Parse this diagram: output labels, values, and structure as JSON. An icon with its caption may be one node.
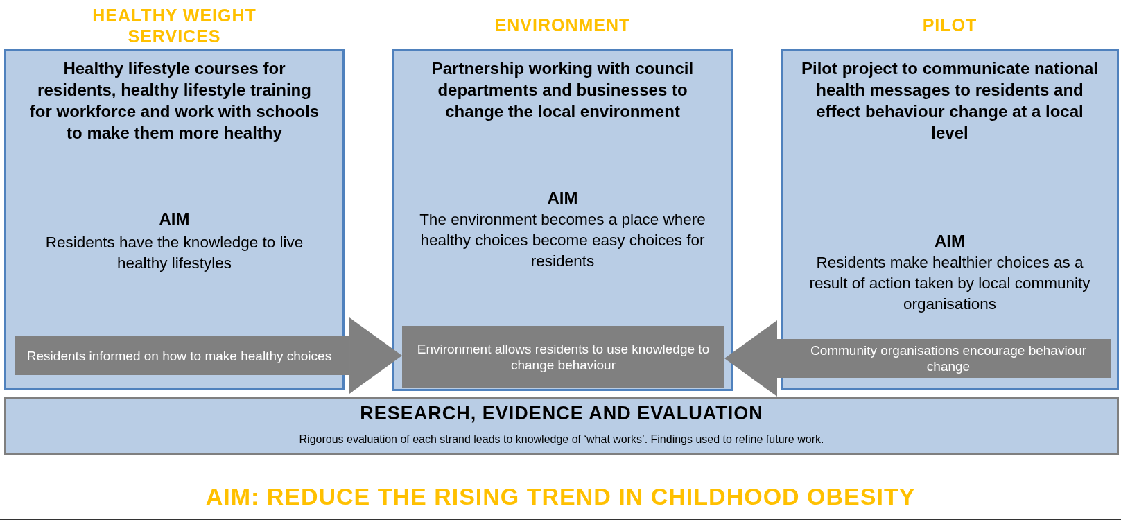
{
  "diagram": {
    "nodes": [
      {
        "text": [
          "HEALTHY WEIGHT SERVICES",
          "Healthy lifestyle courses for residents, healthy lifestyle training for workforce and work with schools to make them more healthy",
          "AIM",
          "Residents have the knowledge to live healthy lifestyles"
        ]
      },
      {
        "text": [
          "Residents informed on how to make healthy choices"
        ],
        "in": 0
      },
      {
        "text": [
          "ENVIRONMENT",
          "Partnership working with council departments and businesses to change the local environment",
          "AIM",
          "The environment becomes a place where healthy choices become easy choices for residents"
        ]
      },
      {
        "text": [
          "Environment allows residents to use knowledge to change behaviour"
        ],
        "in": 2
      },
      {
        "text": [
          "PILOT",
          "Pilot project to communicate national health messages to residents and effect behaviour change at a local level",
          "AIM",
          "Residents make healthier choices as a result of action taken by local community organisations"
        ]
      },
      {
        "text": [
          "Community organisations encourage behaviour change"
        ],
        "in": 4
      },
      {
        "text": [
          "RESEARCH, EVIDENCE AND EVALUATION",
          "Rigorous evaluation of each strand leads to knowledge of ‘what works’. Findings used to refine future work."
        ]
      }
    ],
    "edges": [
      {
        "from": 1,
        "to": 3,
        "arrow": "to"
      },
      {
        "from": 5,
        "to": 3,
        "arrow": "to"
      }
    ],
    "labels": [
      "AIM: REDUCE THE RISING TREND IN CHILDHOOD OBESITY"
    ]
  }
}
